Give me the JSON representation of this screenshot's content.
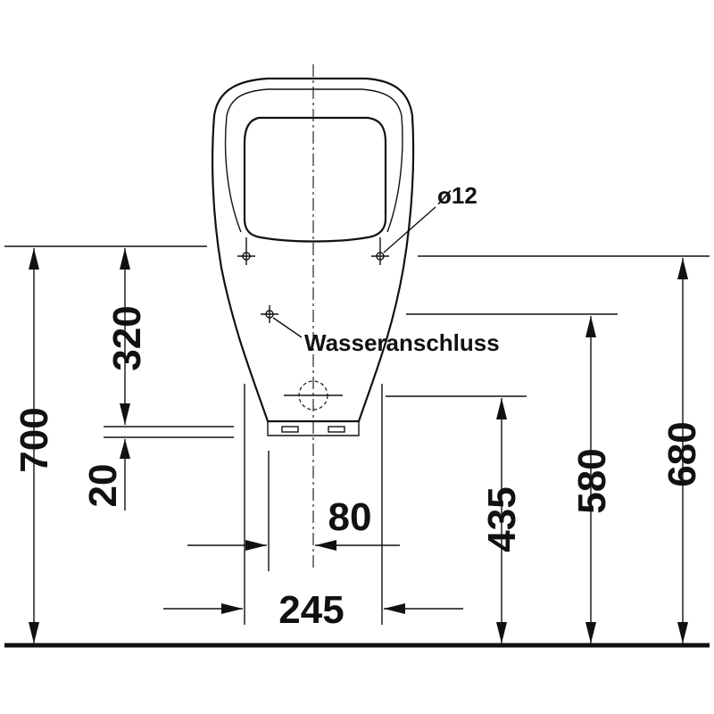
{
  "dimensions": {
    "d700": "700",
    "d320": "320",
    "d20": "20",
    "d80": "80",
    "d245": "245",
    "d435": "435",
    "d580": "580",
    "d680": "680"
  },
  "labels": {
    "hole_diameter": "ø12",
    "water_connection": "Wasseranschluss"
  },
  "colors": {
    "line": "#111111",
    "background": "#ffffff"
  }
}
